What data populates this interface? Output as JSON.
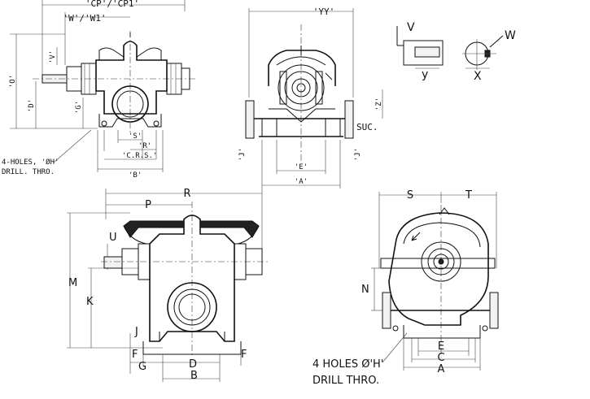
{
  "labels": {
    "top_left": {
      "cp": "'CP'/'CP1'",
      "w": "'W'/'W1'",
      "v": "'V'",
      "o": "'O'",
      "d": "'D'",
      "g": "'G'",
      "s": "'S'",
      "r": "'R'",
      "crs": "'C.R.S.'",
      "b": "'B'",
      "holes_line1": "4-HOLES, 'ØH'",
      "holes_line2": "DRILL. THRO."
    },
    "top_mid": {
      "yy": "'YY'",
      "z": "'Z'",
      "suc": "SUC.",
      "j_left": "'J'",
      "j_right": "'J'",
      "e": "'E'",
      "a": "'A'"
    },
    "top_right": {
      "v": "V",
      "y": "y",
      "w": "W",
      "x": "X"
    },
    "bottom_left": {
      "r": "R",
      "p": "P",
      "u": "U",
      "m": "M",
      "k": "K",
      "j": "J",
      "f_left": "F",
      "g": "G",
      "d": "D",
      "f_right": "F",
      "b": "B"
    },
    "bottom_right": {
      "s": "S",
      "t": "T",
      "n": "N",
      "e": "E",
      "c": "C",
      "a": "A",
      "holes_line1": "4 HOLES Ø'H'",
      "holes_line2": "DRILL THRO."
    }
  }
}
